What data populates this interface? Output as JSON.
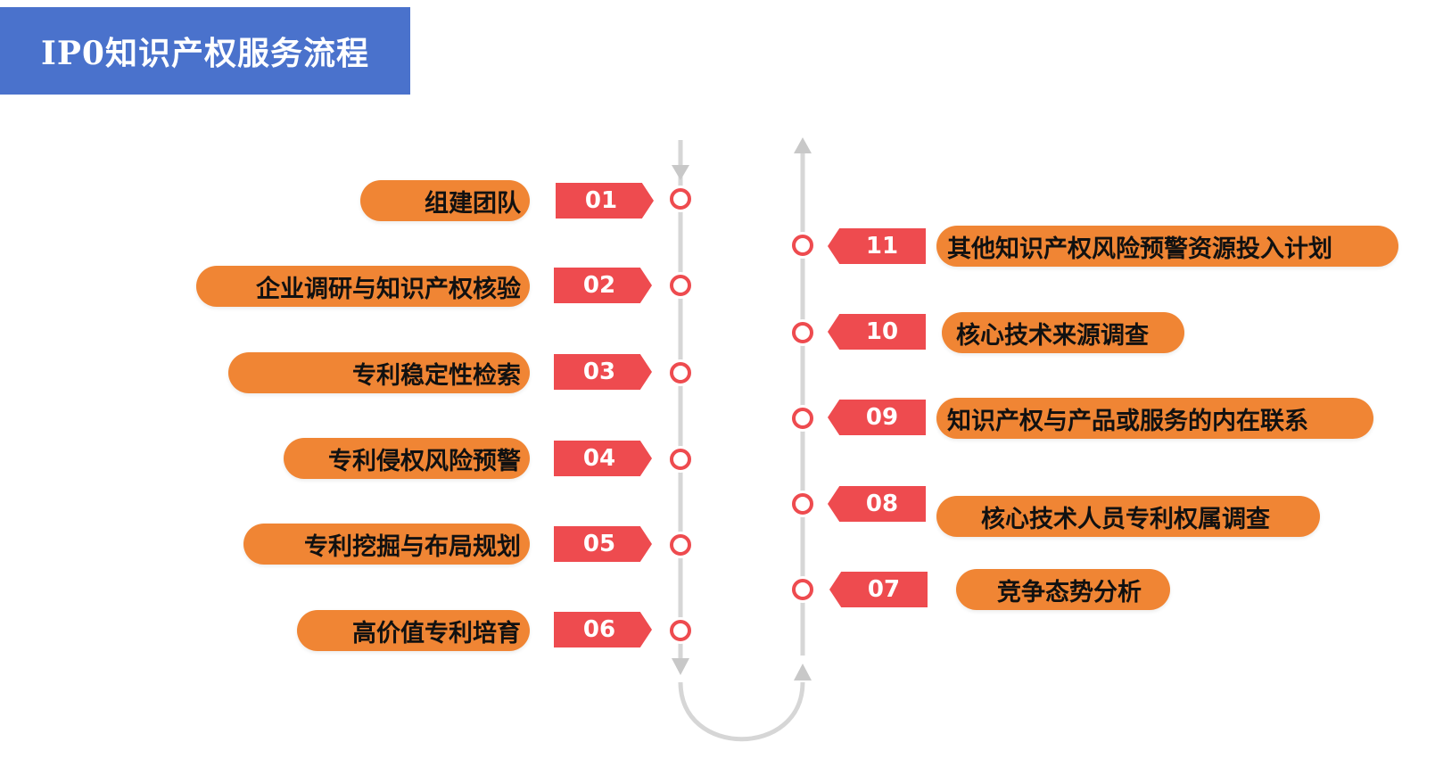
{
  "title": "IP0知识产权服务流程",
  "left_steps": [
    {
      "num": "01",
      "label": "组建团队"
    },
    {
      "num": "02",
      "label": "企业调研与知识产权核验"
    },
    {
      "num": "03",
      "label": "专利稳定性检索"
    },
    {
      "num": "04",
      "label": "专利侵权风险预警"
    },
    {
      "num": "05",
      "label": "专利挖掘与布局规划"
    },
    {
      "num": "06",
      "label": "高价值专利培育"
    }
  ],
  "right_steps": [
    {
      "num": "11",
      "label": "其他知识产权风险预警资源投入计划"
    },
    {
      "num": "10",
      "label": "核心技术来源调查"
    },
    {
      "num": "09",
      "label": "知识产权与产品或服务的内在联系"
    },
    {
      "num": "08",
      "label": "核心技术人员专利权属调查"
    },
    {
      "num": "07",
      "label": "竞争态势分析"
    }
  ],
  "colors": {
    "title_bg": "#4a72cc",
    "pill": "#f08534",
    "number_tag": "#ee4b4f",
    "line": "#d9d9d9"
  }
}
